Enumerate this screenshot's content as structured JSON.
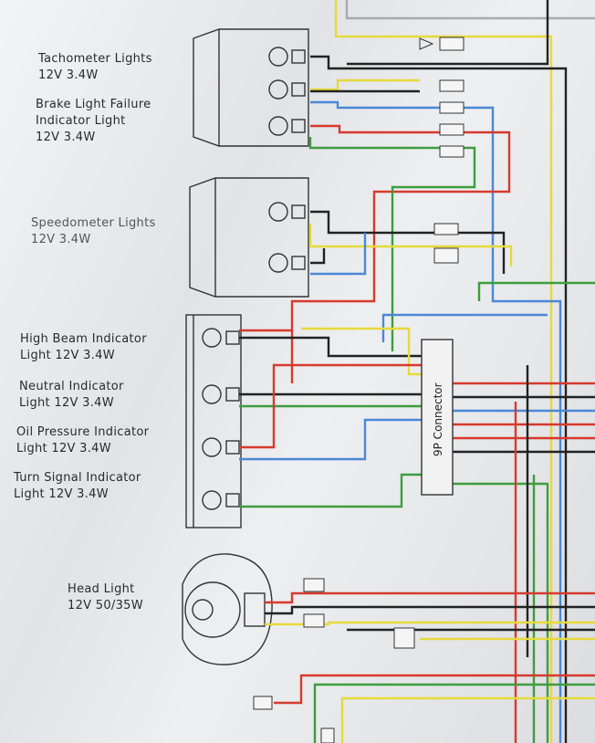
{
  "components": {
    "tachometer": {
      "name": "Tachometer Lights",
      "rating": "12V 3.4W"
    },
    "brake_failure": {
      "name_line1": "Brake Light Failure",
      "name_line2": "Indicator Light",
      "rating": "12V 3.4W"
    },
    "speedometer": {
      "name": "Speedometer Lights",
      "rating": "12V 3.4W"
    },
    "high_beam": {
      "name": "High Beam Indicator",
      "rating": "Light 12V 3.4W"
    },
    "neutral": {
      "name": "Neutral Indicator",
      "rating": "Light 12V 3.4W"
    },
    "oil_pressure": {
      "name": "Oil Pressure Indicator",
      "rating": "Light 12V 3.4W"
    },
    "turn_signal": {
      "name": "Turn Signal Indicator",
      "rating": "Light 12V 3.4W"
    },
    "head_light": {
      "name": "Head Light",
      "rating": "12V 50/35W"
    }
  },
  "connector": {
    "label": "9P Connector"
  },
  "wire_colors": {
    "yellow": "#e6da3c",
    "black": "#222222",
    "blue": "#4a88d6",
    "red": "#d63a2e",
    "green": "#3d9d3f",
    "gray": "#a9aaad"
  }
}
